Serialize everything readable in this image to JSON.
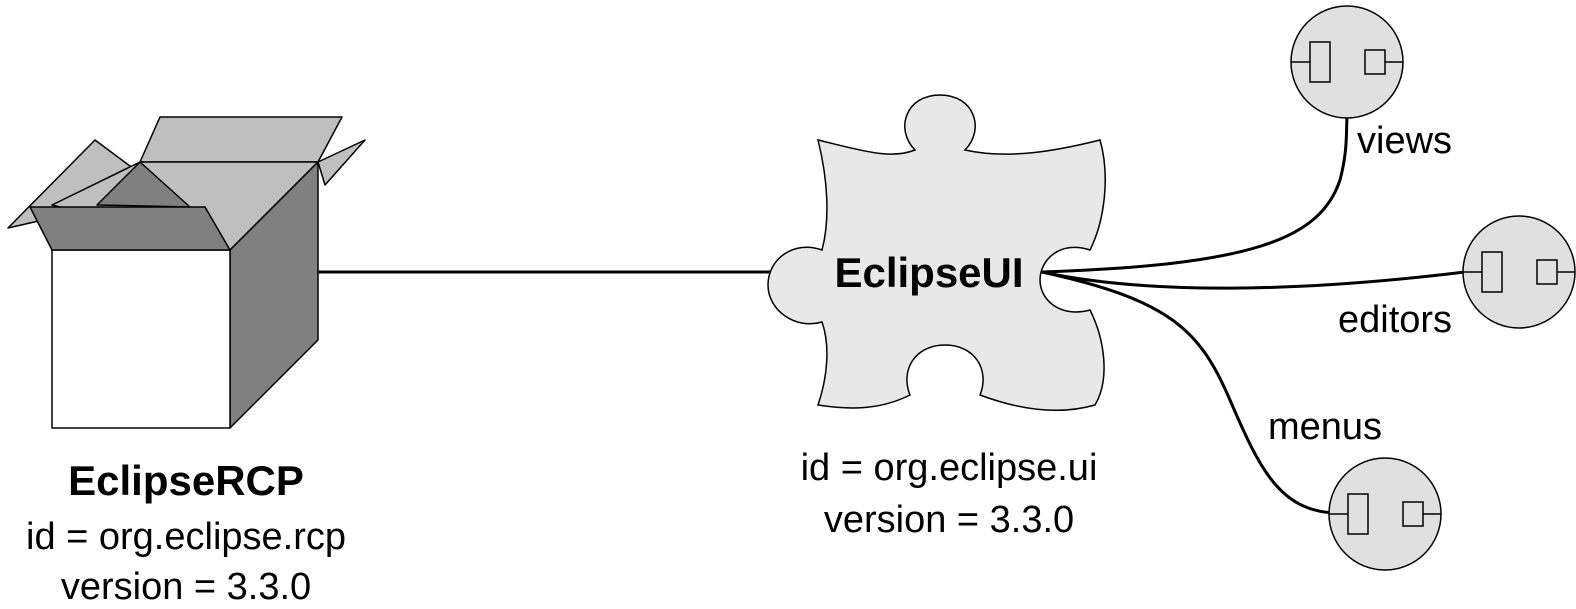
{
  "rcp": {
    "title": "EclipseRCP",
    "id_line": "id = org.eclipse.rcp",
    "version_line": "version = 3.3.0"
  },
  "ui": {
    "title": "EclipseUI",
    "id_line": "id = org.eclipse.ui",
    "version_line": "version = 3.3.0"
  },
  "extension_points": [
    {
      "label": "views"
    },
    {
      "label": "editors"
    },
    {
      "label": "menus"
    }
  ],
  "colors": {
    "box_top": "#bfbfbf",
    "box_side": "#808080",
    "box_front": "#ffffff",
    "puzzle_fill": "#e8e8e8",
    "socket_fill": "#e0e0e0",
    "stroke": "#000000"
  },
  "icons": {
    "plugin": "open-box-icon",
    "bundle": "puzzle-piece-icon",
    "extension": "socket-icon"
  }
}
